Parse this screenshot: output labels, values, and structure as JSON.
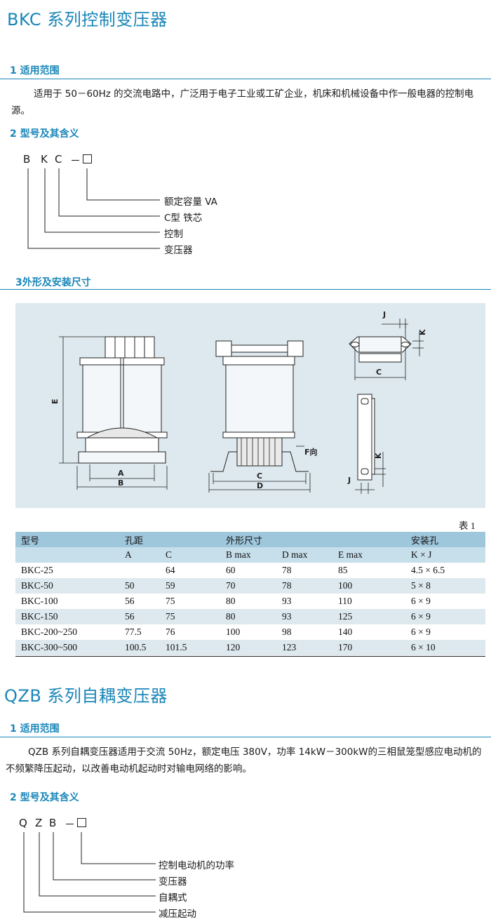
{
  "bkc": {
    "title": "BKC 系列控制变压器",
    "s1_title": "1  适用范围",
    "s1_text": "适用于 50－60Hz 的交流电路中，广泛用于电子工业或工矿企业，机床和机械设备中作一般电器的控制电源。",
    "s2_title": "2  型号及其含义",
    "code_chars": [
      "B",
      "K",
      "C",
      "－"
    ],
    "code_labels": [
      "额定容量 VA",
      "C型 铁芯",
      "控制",
      "变压器"
    ],
    "s3_title": "3外形及安装尺寸",
    "fig_labels": {
      "A": "A",
      "B": "B",
      "C": "C",
      "D": "D",
      "E": "E",
      "F": "F向",
      "J": "J",
      "K": "K"
    },
    "table_note": "表 1",
    "table_head1": [
      "型号",
      "孔距",
      "外形尺寸",
      "安装孔"
    ],
    "table_head2": [
      "A",
      "C",
      "B max",
      "D max",
      "E max",
      "K × J"
    ],
    "table_rows": [
      [
        "BKC-25",
        "",
        "64",
        "60",
        "78",
        "85",
        "4.5 × 6.5"
      ],
      [
        "BKC-50",
        "50",
        "59",
        "70",
        "78",
        "100",
        "5 × 8"
      ],
      [
        "BKC-100",
        "56",
        "75",
        "80",
        "93",
        "110",
        "6 × 9"
      ],
      [
        "BKC-150",
        "56",
        "75",
        "80",
        "93",
        "125",
        "6 × 9"
      ],
      [
        "BKC-200~250",
        "77.5",
        "76",
        "100",
        "98",
        "140",
        "6 × 9"
      ],
      [
        "BKC-300~500",
        "100.5",
        "101.5",
        "120",
        "123",
        "170",
        "6 × 10"
      ]
    ]
  },
  "qzb": {
    "title": "QZB 系列自耦变压器",
    "s1_title": "1  适用范围",
    "s1_text": "QZB 系列自耦变压器适用于交流 50Hz，额定电压 380V，功率 14kW－300kW的三相鼠笼型感应电动机的不频繁降压起动，以改善电动机起动时对输电网络的影响。",
    "s2_title": "2  型号及其含义",
    "code_chars": [
      "Q",
      "Z",
      "B",
      "－"
    ],
    "code_labels": [
      "控制电动机的功率",
      "变压器",
      "自耦式",
      "减压起动"
    ]
  },
  "colors": {
    "accent": "#1a86b8",
    "figure_bg": "#dde9ef",
    "table_head": "#9fc7dc",
    "table_subhead": "#c7dfeb"
  }
}
